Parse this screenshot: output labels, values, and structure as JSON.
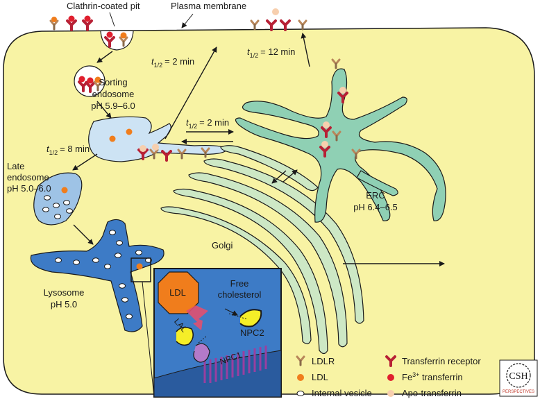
{
  "header": {
    "clathrin_pit": "Clathrin-coated pit",
    "plasma_membrane": "Plasma membrane"
  },
  "compartments": {
    "sorting_endosome": {
      "name_line1": "Sorting",
      "name_line2": "endosome",
      "ph": "pH 5.9–6.0"
    },
    "late_endosome": {
      "name_line1": "Late",
      "name_line2": "endosome",
      "ph": "pH 5.0–6.0"
    },
    "lysosome": {
      "name": "Lysosome",
      "ph": "pH 5.0"
    },
    "erc": {
      "name": "ERC",
      "ph": "pH 6.4–6.5"
    },
    "golgi": {
      "name": "Golgi"
    }
  },
  "half_lives": {
    "t_symbol": "t",
    "subscript": "1/2",
    "recycling_fast": "= 2 min",
    "to_erc": "= 2 min",
    "to_late": "= 8 min",
    "erc_recycling": "= 12 min"
  },
  "inset": {
    "ldl": "LDL",
    "free_cholesterol_line1": "Free",
    "free_cholesterol_line2": "cholesterol",
    "lal": "LAL",
    "npc2": "NPC2",
    "npc1": "NPC1"
  },
  "legend": {
    "ldlr": "LDLR",
    "ldl": "LDL",
    "internal_vesicle": "Internal vesicle",
    "transferrin_receptor": "Transferrin receptor",
    "fe_transferrin_prefix": "Fe",
    "fe_transferrin_sup": "3+",
    "fe_transferrin_suffix": " transferrin",
    "apo_transferrin": "Apo-transferrin"
  },
  "logo": {
    "csh": "CSH",
    "perspectives": "PERSPECTIVES"
  },
  "colors": {
    "cell_fill": "#f8f3a4",
    "sorting_fill": "#cde3f4",
    "late_fill": "#9ec3e6",
    "lysosome_fill": "#3d7bc6",
    "erc_fill": "#8fd0b4",
    "golgi_fill": "#cde8c5",
    "ldl_orange": "#f07d1c",
    "fe_red": "#e01f2e",
    "apo_peach": "#f7cfae",
    "receptor_dark": "#b72035",
    "ldlr_tan": "#b8865a"
  }
}
